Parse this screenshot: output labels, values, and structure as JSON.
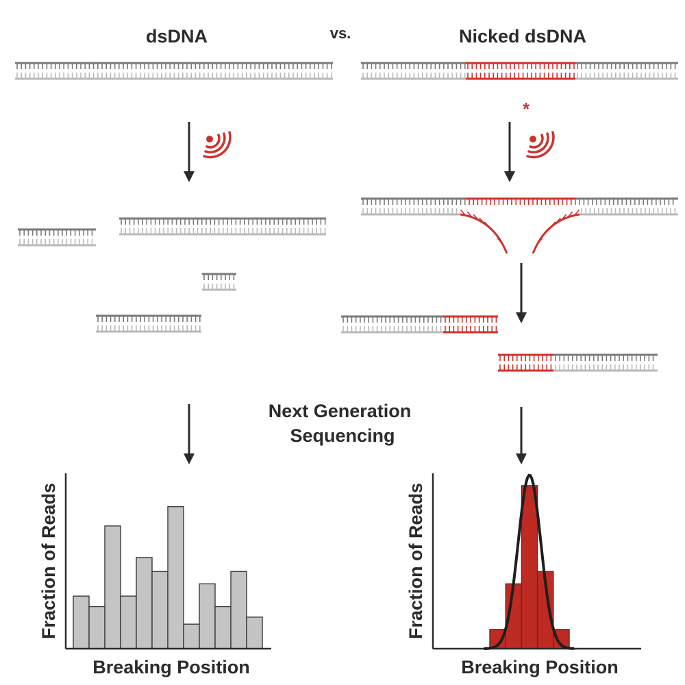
{
  "labels": {
    "left_title": "dsDNA",
    "vs": "vs.",
    "right_title": "Nicked dsDNA",
    "nick_marker": "*",
    "ngs_line1": "Next Generation",
    "ngs_line2": "Sequencing"
  },
  "colors": {
    "dark_strand": "#7a7a7a",
    "light_strand": "#b9b9b9",
    "nick_red": "#d0312d",
    "arrow": "#2b2b2b",
    "bar_gray": "#c4c4c4",
    "bar_red": "#bf2a22"
  },
  "icons": {
    "radiation": "radiation-waves-icon"
  },
  "chart_data": [
    {
      "type": "bar",
      "xlabel": "Breaking Position",
      "ylabel": "Fraction of Reads",
      "values": [
        0.3,
        0.24,
        0.7,
        0.3,
        0.52,
        0.44,
        0.81,
        0.14,
        0.37,
        0.24,
        0.44,
        0.18
      ],
      "ylim": [
        0,
        1
      ],
      "color": "#c4c4c4"
    },
    {
      "type": "bar",
      "xlabel": "Breaking Position",
      "ylabel": "Fraction of Reads",
      "values": [
        0.11,
        0.37,
        0.93,
        0.44,
        0.11
      ],
      "ylim": [
        0,
        1
      ],
      "color": "#bf2a22",
      "fit_curve": "gaussian"
    }
  ]
}
